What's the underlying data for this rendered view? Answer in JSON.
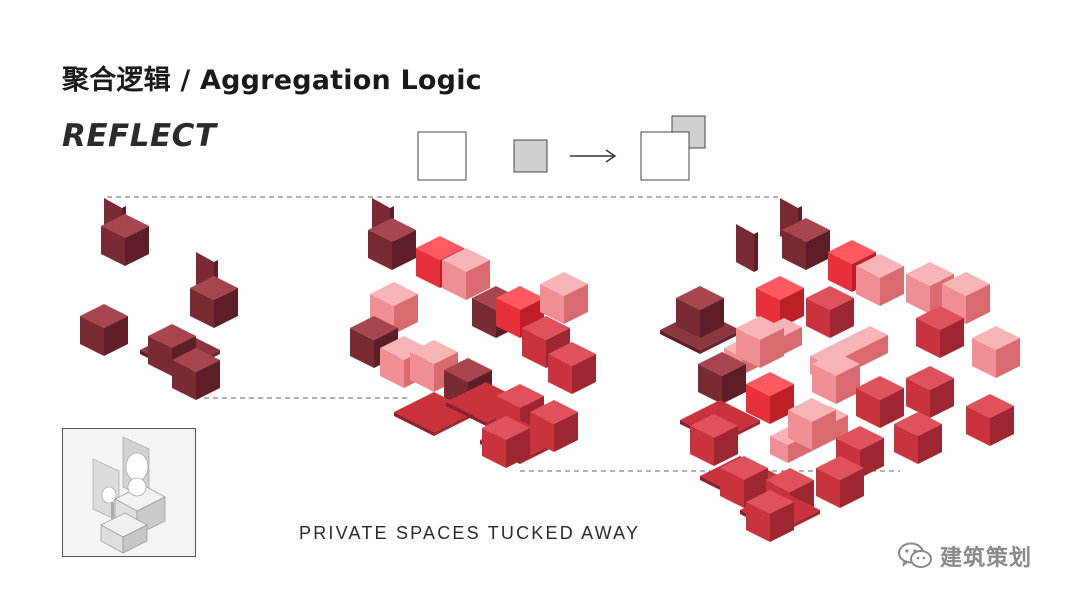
{
  "header": {
    "title": "聚合逻辑 / Aggregation Logic",
    "subtitle": "REFLECT"
  },
  "caption": "PRIVATE SPACES TUCKED AWAY",
  "watermark": {
    "icon": "wechat-icon",
    "text": "建筑策划"
  },
  "colors": {
    "dark_red": "#7a2a33",
    "red": "#c9333d",
    "bright_red": "#e8303a",
    "pink": "#ef8f94",
    "gray_square": "#cfcfcf",
    "dashed_line": "#666666"
  }
}
